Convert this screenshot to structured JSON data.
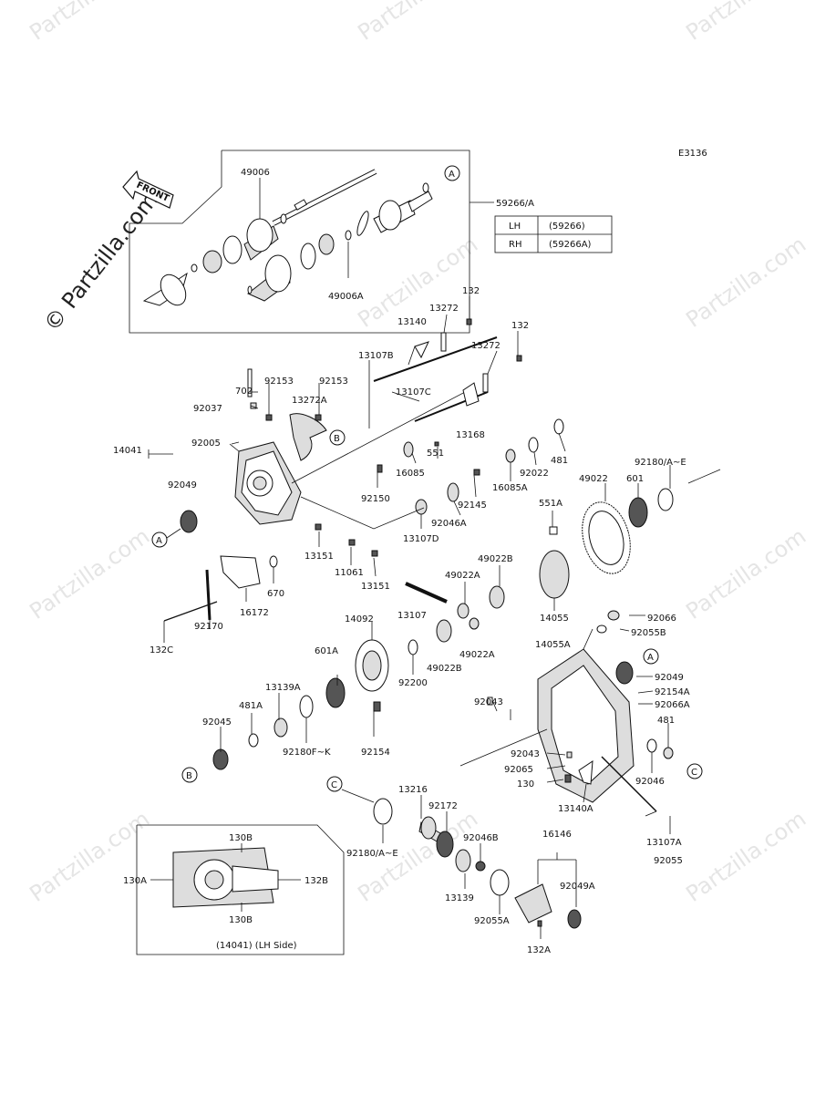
{
  "diagram_code": "E3136",
  "front_label": "FRONT",
  "watermark": "© Partzilla.com",
  "watermark_faint": "Partzilla.com",
  "assembly": {
    "label": "59266/A",
    "table": [
      {
        "side": "LH",
        "part": "(59266)"
      },
      {
        "side": "RH",
        "part": "(59266A)"
      }
    ]
  },
  "refs": {
    "A": "A",
    "B": "B",
    "C": "C"
  },
  "inset_caption": "(14041) (LH Side)",
  "labels": {
    "p49006": "49006",
    "p49006A": "49006A",
    "p132a": "132",
    "p132b": "132",
    "p13272a": "13272",
    "p13272b": "13272",
    "p13140": "13140",
    "p13107B": "13107B",
    "p702": "702",
    "p92153a": "92153",
    "p92153b": "92153",
    "p92037": "92037",
    "p13272A": "13272A",
    "p13107C": "13107C",
    "p13168": "13168",
    "p92005": "92005",
    "p14041": "14041",
    "p551": "551",
    "p16085": "16085",
    "p481a": "481",
    "p92022": "92022",
    "p16085A": "16085A",
    "p92150": "92150",
    "p92049a": "92049",
    "p92145": "92145",
    "p49022": "49022",
    "p601": "601",
    "p92180AE_a": "92180/A~E",
    "p92046A": "92046A",
    "p551A": "551A",
    "p13107D": "13107D",
    "p13151a": "13151",
    "p11061": "11061",
    "p13151b": "13151",
    "p49022B_a": "49022B",
    "p49022A_a": "49022A",
    "p670": "670",
    "p16172": "16172",
    "p92170": "92170",
    "p13107": "13107",
    "p14055": "14055",
    "p132C": "132C",
    "p14092": "14092",
    "p92066": "92066",
    "p92055B": "92055B",
    "p49022B_b": "49022B",
    "p49022A_b": "49022A",
    "p601A": "601A",
    "p14055A": "14055A",
    "p92200": "92200",
    "p92049b": "92049",
    "p13139A": "13139A",
    "p92154A": "92154A",
    "p481A": "481A",
    "p92066A": "92066A",
    "p92043a": "92043",
    "p92045": "92045",
    "p92180FK": "92180F~K",
    "p92154": "92154",
    "p481b": "481",
    "p92043b": "92043",
    "p92065": "92065",
    "p92046": "92046",
    "p130": "130",
    "p13216": "13216",
    "p13140A": "13140A",
    "p92172": "92172",
    "p13107A": "13107A",
    "p92180AE_b": "92180/A~E",
    "p92046B": "92046B",
    "p16146": "16146",
    "p92055": "92055",
    "p13139": "13139",
    "p92049A": "92049A",
    "p92055A": "92055A",
    "p132A": "132A",
    "p130B_top": "130B",
    "p130A": "130A",
    "p132B": "132B",
    "p130B_bot": "130B"
  }
}
